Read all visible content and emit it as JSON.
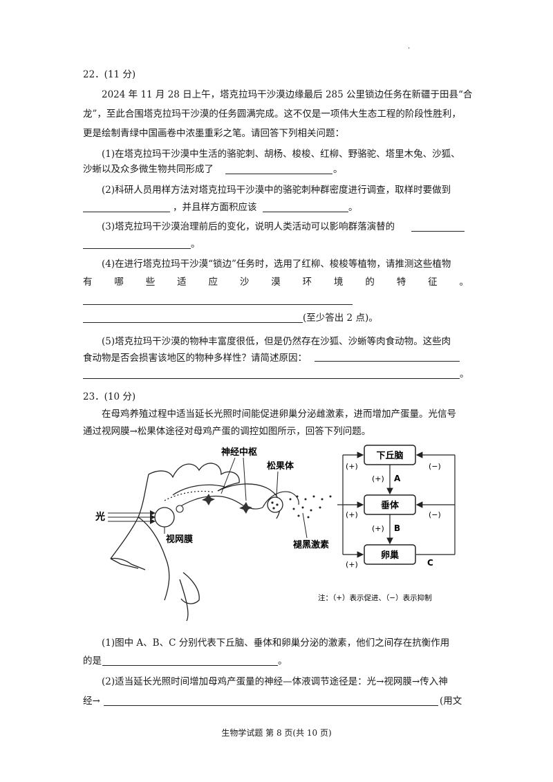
{
  "corner_mark": ".",
  "q22": {
    "header": "22．(11 分)",
    "intro_1": "2024 年 11 月 28 日上午，塔克拉玛干沙漠边缘最后 285 公里锁边任务在新疆于田县“合",
    "intro_2": "龙”，至此合围塔克拉玛干沙漠的任务圆满完成。这不仅是一项伟大生态工程的阶段性胜利，",
    "intro_3": "更是绘制青绿中国画卷中浓墨重彩之笔。请回答下列相关问题：",
    "p1_a": "(1)在塔克拉玛干沙漠中生活的骆驼刺、胡杨、梭梭、红柳、野骆驼、塔里木兔、沙狐、",
    "p1_b": "沙蜥以及众多微生物共同形成了",
    "p1_end": "。",
    "p2_a": "(2)科研人员用样方法对塔克拉玛干沙漠中的骆驼刺种群密度进行调查，取样时要做到",
    "p2_mid": "，并且样方面积应该",
    "p2_end": "。",
    "p3_a": "(3)塔克拉玛干沙漠治理前后的变化，说明人类活动可以影响群落演替的",
    "p3_end": "。",
    "p4_a": "(4)在进行塔克拉玛干沙漠“锁边”任务时，选用了红柳、梭梭等植物，请推测这些植物",
    "p4_b_chars": [
      "有",
      "哪",
      "些",
      "适",
      "应",
      "沙",
      "漠",
      "环",
      "境",
      "的",
      "特",
      "征",
      "。"
    ],
    "p4_note": "(至少答出 2 点)。",
    "p5_a": "(5)塔克拉玛干沙漠的物种丰富度很低，但是仍然存在沙狐、沙蜥等肉食动物。这些肉",
    "p5_b": "食动物是否会损害该地区的物种多样性？请简述原因：",
    "p5_end": "。"
  },
  "q23": {
    "header": "23．(10 分)",
    "intro_1": "在母鸡养殖过程中适当延长光照时间能促进卵巢分泌雌激素，进而增加产蛋量。光信号",
    "intro_2": "通过视网膜→松果体途径对母鸡产蛋的调控如图所示，回答下列问题。",
    "figure": {
      "label_nerve_center": "神经中枢",
      "label_pineal": "松果体",
      "label_light": "光",
      "label_retina": "视网膜",
      "label_melatonin": "褪黑激素",
      "box_hypothalamus": "下丘脑",
      "box_pituitary": "垂体",
      "box_ovary": "卵巢",
      "label_A": "A",
      "label_B": "B",
      "label_C": "C",
      "plus": "(+)",
      "minus": "(−)",
      "note": "注：（+）表示促进、（−）表示抑制"
    },
    "p1_a": "(1)图中 A、B、C 分别代表下丘脑、垂体和卵巢分泌的激素，他们之间存在抗衡作用",
    "p1_b": "的是",
    "p1_end": "。",
    "p2_a": "(2)适当延长光照时间增加母鸡产蛋量的神经—体液调节途径是：光→视网膜→传入神",
    "p2_b": "经→",
    "p2_end": "(用文"
  },
  "footer": "生物学试题 第 8 页(共 10 页)"
}
